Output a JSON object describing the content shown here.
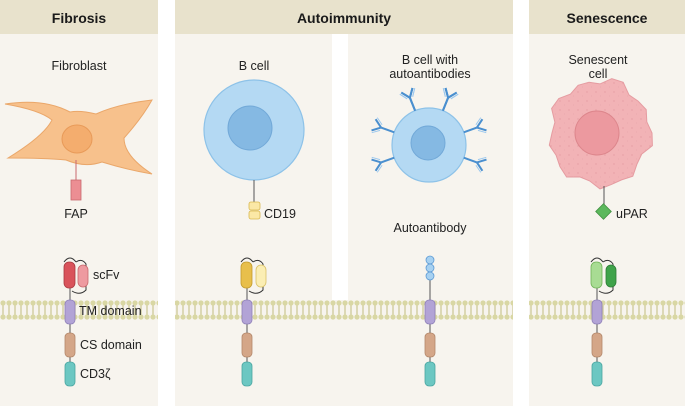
{
  "headers": {
    "fibrosis": "Fibrosis",
    "autoimmunity": "Autoimmunity",
    "senescence": "Senescence"
  },
  "cells": {
    "fibroblast": "Fibroblast",
    "bcell": "B cell",
    "bcell_auto_line1": "B cell with",
    "bcell_auto_line2": "autoantibodies",
    "senescent_line1": "Senescent",
    "senescent_line2": "cell"
  },
  "targets": {
    "fap": "FAP",
    "cd19": "CD19",
    "autoantibody": "Autoantibody",
    "upar": "uPAR"
  },
  "car_domains": {
    "scfv": "scFv",
    "tm": "TM domain",
    "cs": "CS domain",
    "cd3z": "CD3ζ"
  },
  "colors": {
    "header_bg": "#e8e2cc",
    "panel_bg": "#f7f4ee",
    "membrane": "#d9d7a4",
    "fibroblast": "#f7c18c",
    "bcell": "#b4d9f3",
    "bcell_nucleus": "#85b9e3",
    "senescent": "#f2b3b6",
    "scfv_fibrosis": "#d9535b",
    "scfv_bcell": "#e8bf4b",
    "scfv_senescence": "#8fcf7a",
    "tm": "#b2a3d6",
    "cs": "#d4a688",
    "cd3z": "#6cc7c2",
    "antibody": "#4a8fcf",
    "upar": "#5cb85c"
  }
}
